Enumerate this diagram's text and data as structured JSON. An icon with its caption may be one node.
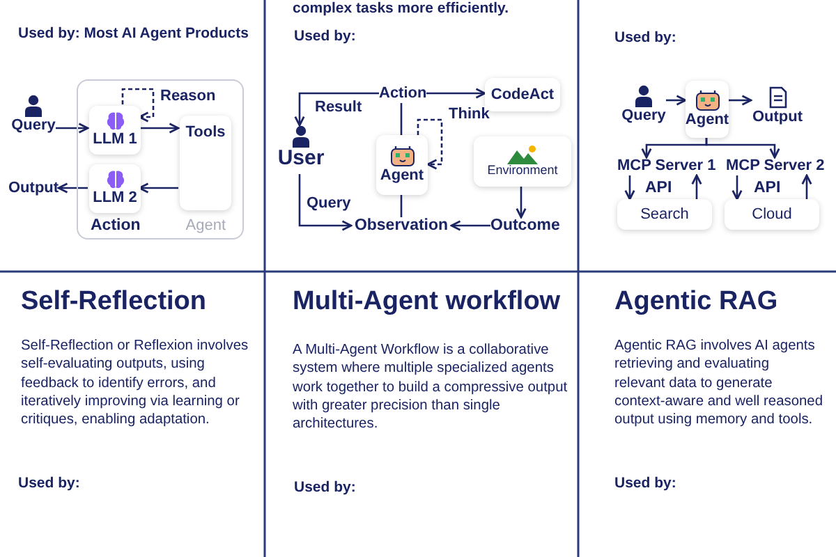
{
  "diagram": {
    "nodes": [
      {
        "text": [
          "Agent"
        ]
      },
      {
        "text": [
          "Query"
        ]
      },
      {
        "text": [
          "LLM 1"
        ],
        "in": 0
      },
      {
        "text": [
          "LLM 2"
        ],
        "in": 0
      },
      {
        "text": [
          "Tools"
        ],
        "in": 0
      },
      {
        "text": [
          "Output"
        ]
      },
      {
        "text": [
          "User"
        ]
      },
      {
        "text": [
          "Action"
        ]
      },
      {
        "text": [
          "CodeAct"
        ]
      },
      {
        "text": [
          "Agent"
        ]
      },
      {
        "text": [
          "Environment"
        ]
      },
      {
        "text": [
          "Observation"
        ]
      },
      {
        "text": [
          "Outcome"
        ]
      },
      {
        "text": [
          "Query"
        ]
      },
      {
        "text": [
          "Agent"
        ]
      },
      {
        "text": [
          "Output"
        ]
      },
      {
        "text": [
          "MCP Server 1"
        ]
      },
      {
        "text": [
          "MCP Server 2"
        ]
      },
      {
        "text": [
          "Search"
        ]
      },
      {
        "text": [
          "Cloud"
        ]
      }
    ],
    "edges": [
      {
        "from": 1,
        "to": 2,
        "arrow": "to"
      },
      {
        "from": 2,
        "to": 4,
        "arrow": "to"
      },
      {
        "from": 4,
        "to": 3,
        "arrow": "to"
      },
      {
        "from": 3,
        "to": 5,
        "arrow": "to"
      },
      {
        "from": 2,
        "to": 2,
        "arrow": "to",
        "style": "dashed",
        "label": "Reason"
      },
      {
        "from": 7,
        "to": 6,
        "arrow": "to",
        "label": "Result"
      },
      {
        "from": 7,
        "to": 8,
        "arrow": "to"
      },
      {
        "from": 9,
        "to": 7,
        "arrow": "none"
      },
      {
        "from": 9,
        "to": 9,
        "arrow": "to",
        "style": "dashed",
        "label": "Think"
      },
      {
        "from": 9,
        "to": 11,
        "arrow": "none"
      },
      {
        "from": 10,
        "to": 12,
        "arrow": "to"
      },
      {
        "from": 12,
        "to": 11,
        "arrow": "to"
      },
      {
        "from": 6,
        "to": 11,
        "arrow": "to",
        "label": "Query"
      },
      {
        "from": 13,
        "to": 14,
        "arrow": "to"
      },
      {
        "from": 14,
        "to": 15,
        "arrow": "to"
      },
      {
        "from": 14,
        "to": 16,
        "arrow": "to"
      },
      {
        "from": 14,
        "to": 17,
        "arrow": "to"
      },
      {
        "from": 16,
        "to": 18,
        "arrow": "to"
      },
      {
        "from": 18,
        "to": 16,
        "arrow": "to"
      },
      {
        "from": 17,
        "to": 19,
        "arrow": "to"
      },
      {
        "from": 19,
        "to": 17,
        "arrow": "to"
      }
    ],
    "labels": [
      "complex tasks more efficiently.",
      "Used by: Most AI Agent Products",
      "Used by:",
      "Used by:",
      "Action",
      "API",
      "API",
      "Self-Reflection",
      "Self-Reflection or Reflexion involves self-evaluating outputs, using feedback to identify errors, and iteratively improving via learning or critiques, enabling adaptation.",
      "Used by:",
      "Multi-Agent workflow",
      "A Multi-Agent Workflow is a collaborative system where multiple specialized agents work together to build a compressive output with greater precision than single architectures.",
      "Used by:",
      "Agentic RAG",
      "Agentic RAG involves AI agents retrieving and evaluating relevant data to generate context-aware and well reasoned output using memory and tools.",
      "Used by:"
    ]
  }
}
